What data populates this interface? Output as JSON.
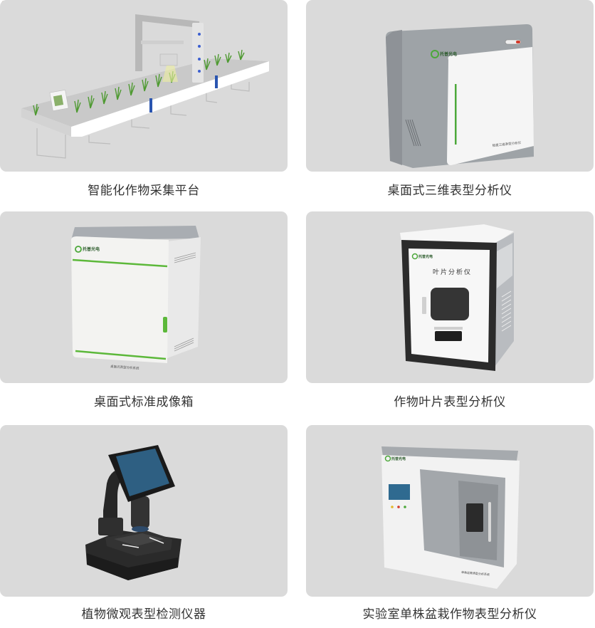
{
  "colors": {
    "page_background": "#ffffff",
    "card_background": "#dadada",
    "caption_text": "#333333",
    "brand_green": "#5cb83a",
    "accent_blue": "#2a55b0"
  },
  "brand": {
    "logo_text": "托普光电"
  },
  "products": [
    {
      "title": "智能化作物采集平台",
      "image": "gantry-crop-phenotyping-platform"
    },
    {
      "title": "桌面式三维表型分析仪",
      "image": "desktop-3d-phenotype-analyzer"
    },
    {
      "title": "桌面式标准成像箱",
      "image": "desktop-standard-imaging-box"
    },
    {
      "title": "作物叶片表型分析仪",
      "image": "crop-leaf-phenotype-analyzer",
      "device_label": "叶片分析仪"
    },
    {
      "title": "植物微观表型检测仪器",
      "image": "plant-microscope-phenotype-instrument"
    },
    {
      "title": "实验室单株盆栽作物表型分析仪",
      "image": "lab-single-plant-potted-phenotype-analyzer"
    }
  ]
}
